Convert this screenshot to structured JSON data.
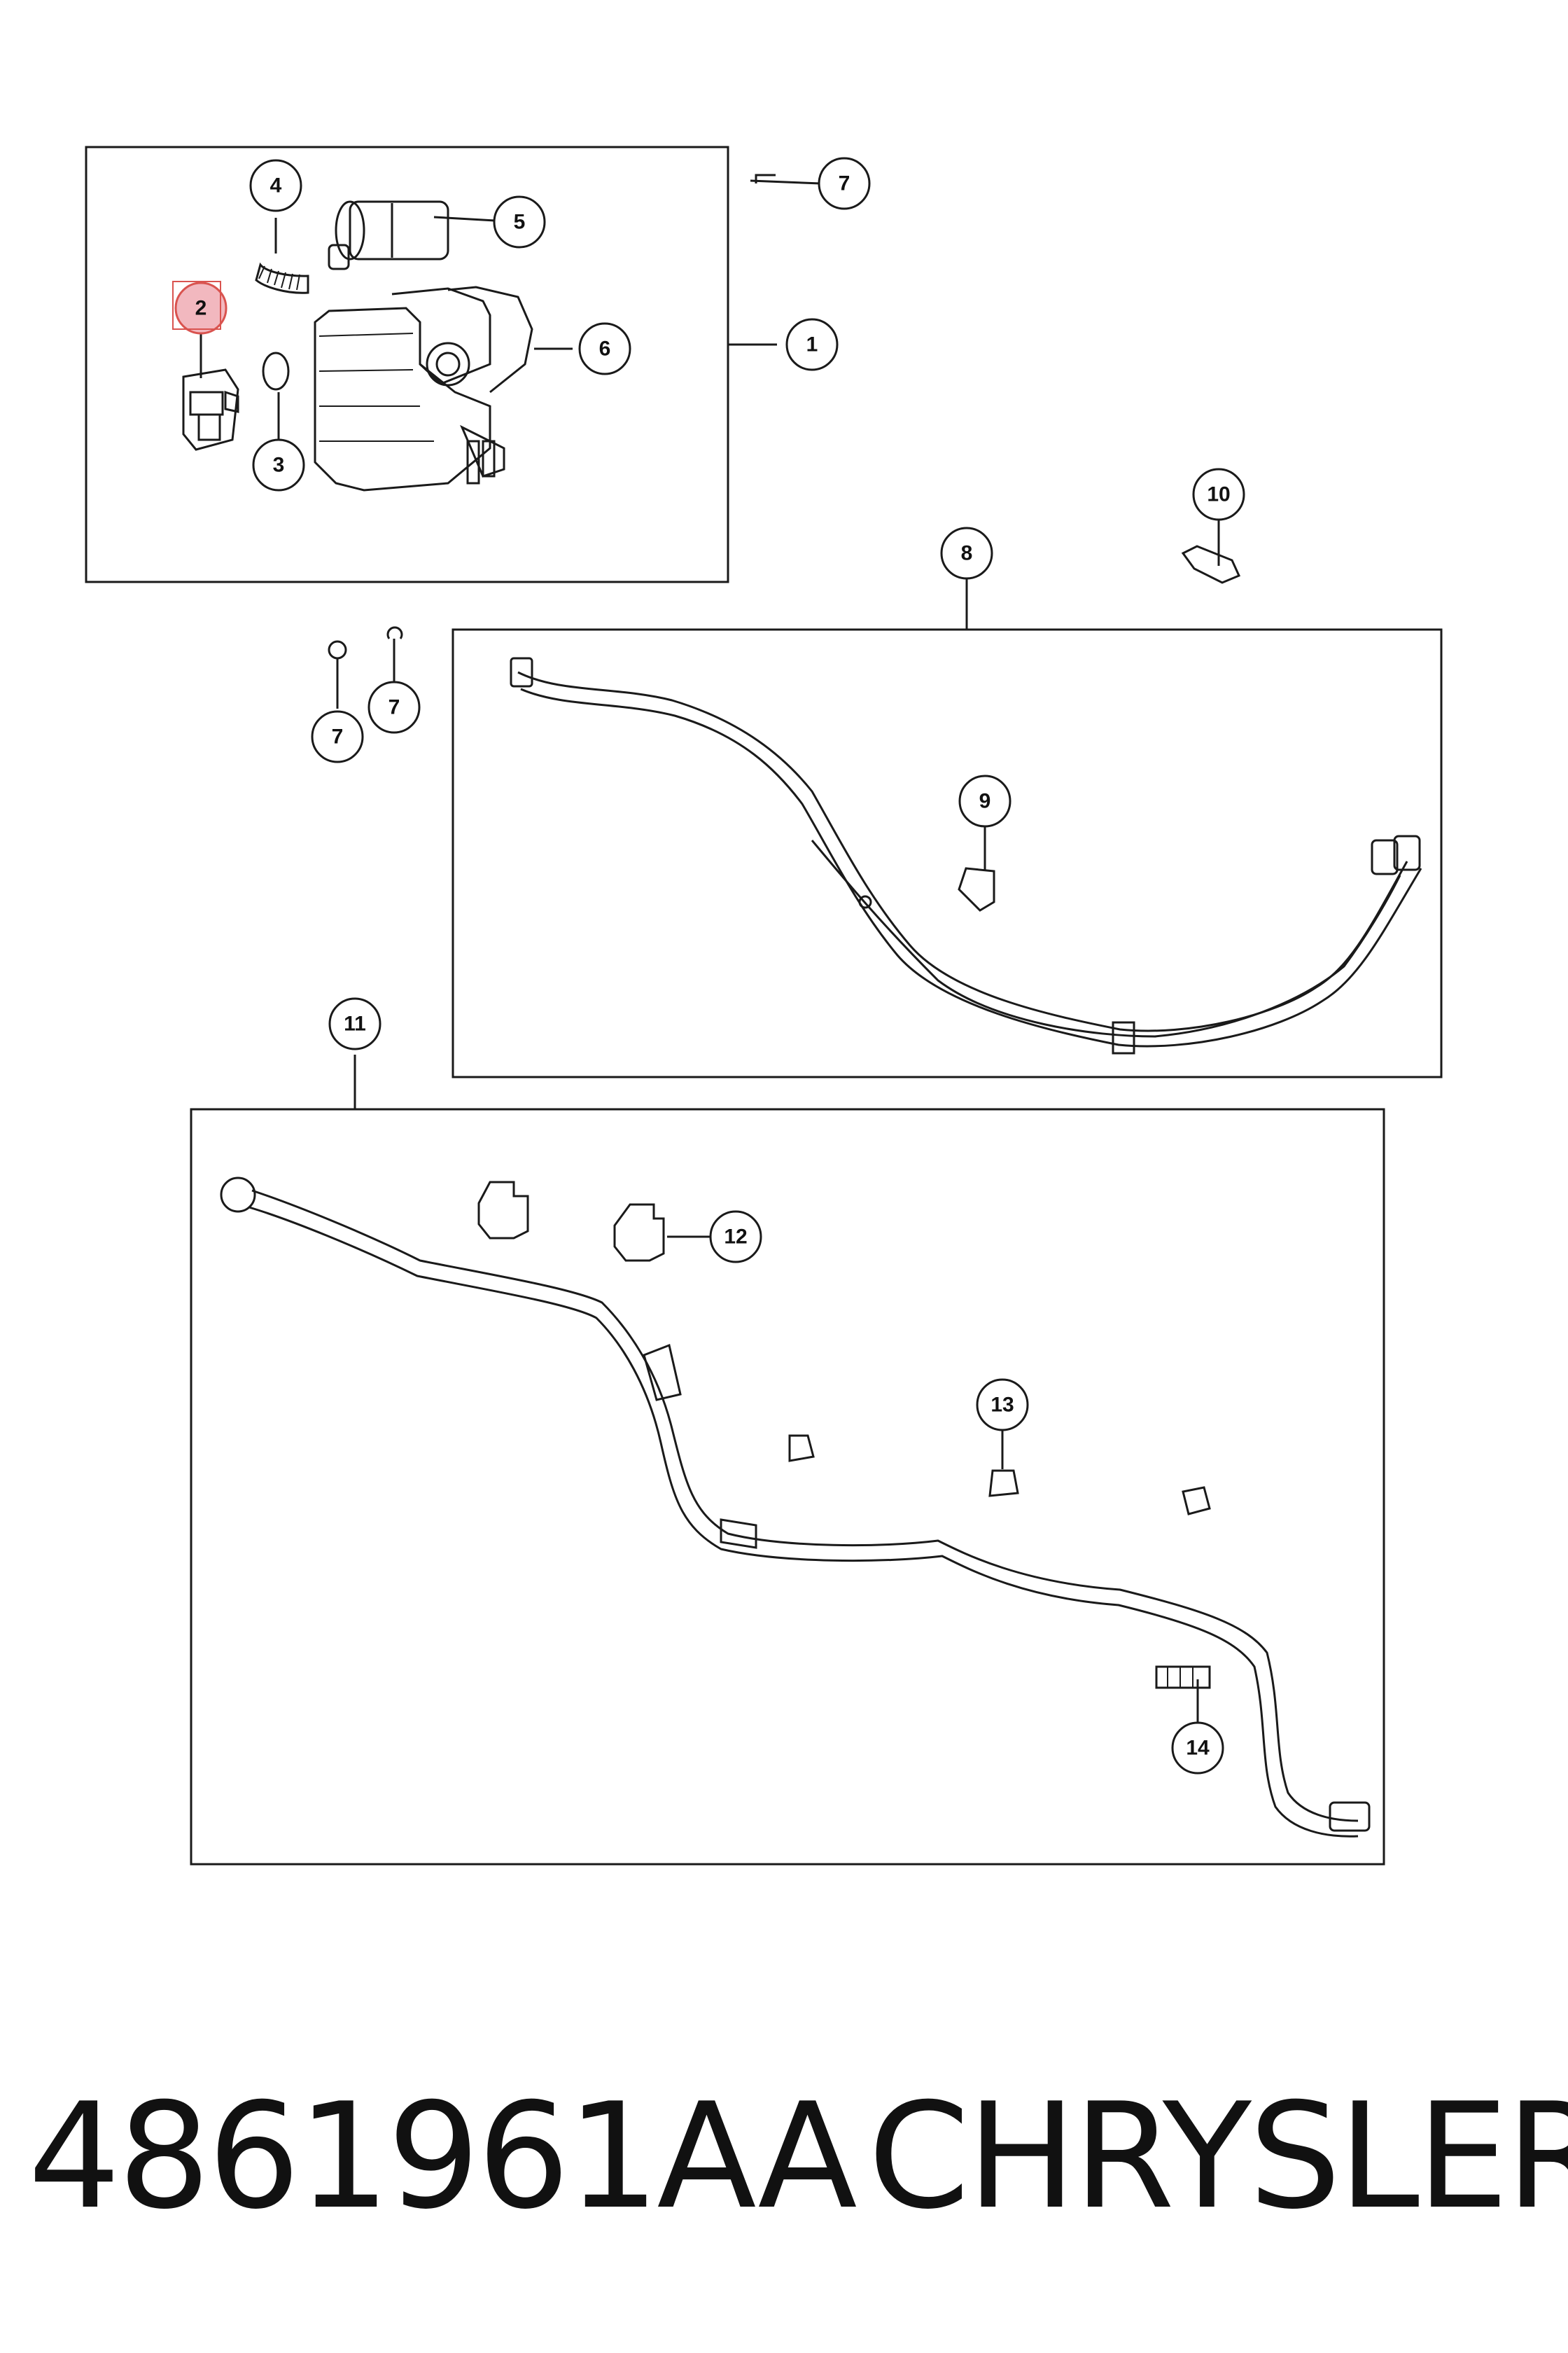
{
  "diagram": {
    "callouts": [
      "1",
      "2",
      "3",
      "4",
      "5",
      "6",
      "7",
      "7",
      "7",
      "8",
      "9",
      "10",
      "11",
      "12",
      "13",
      "14"
    ],
    "highlighted_callout": "2",
    "highlight_color": "#f2b8bf",
    "highlight_border": "#d9534f"
  },
  "footer": {
    "part_number": "4861961AA",
    "brand": "CHRYSLER"
  }
}
